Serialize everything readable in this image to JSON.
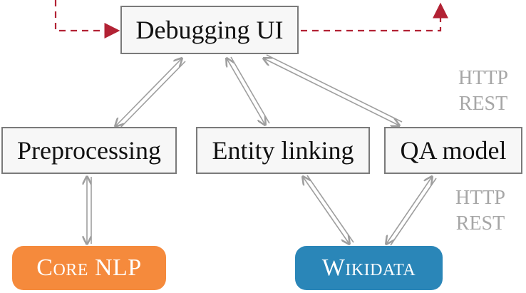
{
  "colors": {
    "box_fill": "#f7f7f7",
    "box_border": "#7a7a7a",
    "connector": "#9e9e9e",
    "dashed_flow": "#b22234",
    "corenlp": "#f58a3c",
    "wikidata": "#2a86b8",
    "protocol_text": "#a6a6a6"
  },
  "nodes": {
    "debugging_ui": "Debugging UI",
    "preprocessing": "Preprocessing",
    "entity_linking": "Entity linking",
    "qa_model": "QA model",
    "corenlp": "Core NLP",
    "wikidata": "Wikidata"
  },
  "protocol_labels": {
    "top": {
      "line1": "HTTP",
      "line2": "REST"
    },
    "bottom": {
      "line1": "HTTP",
      "line2": "REST"
    }
  }
}
